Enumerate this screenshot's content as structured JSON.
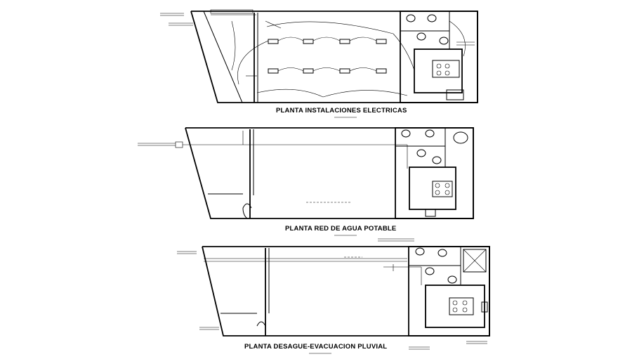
{
  "plans": [
    {
      "id": "electrical",
      "title": "PLANTA INSTALACIONES ELECTRICAS"
    },
    {
      "id": "water",
      "title": "PLANTA RED DE AGUA POTABLE"
    },
    {
      "id": "drainage",
      "title": "PLANTA DESAGUE-EVACUACION PLUVIAL"
    }
  ]
}
